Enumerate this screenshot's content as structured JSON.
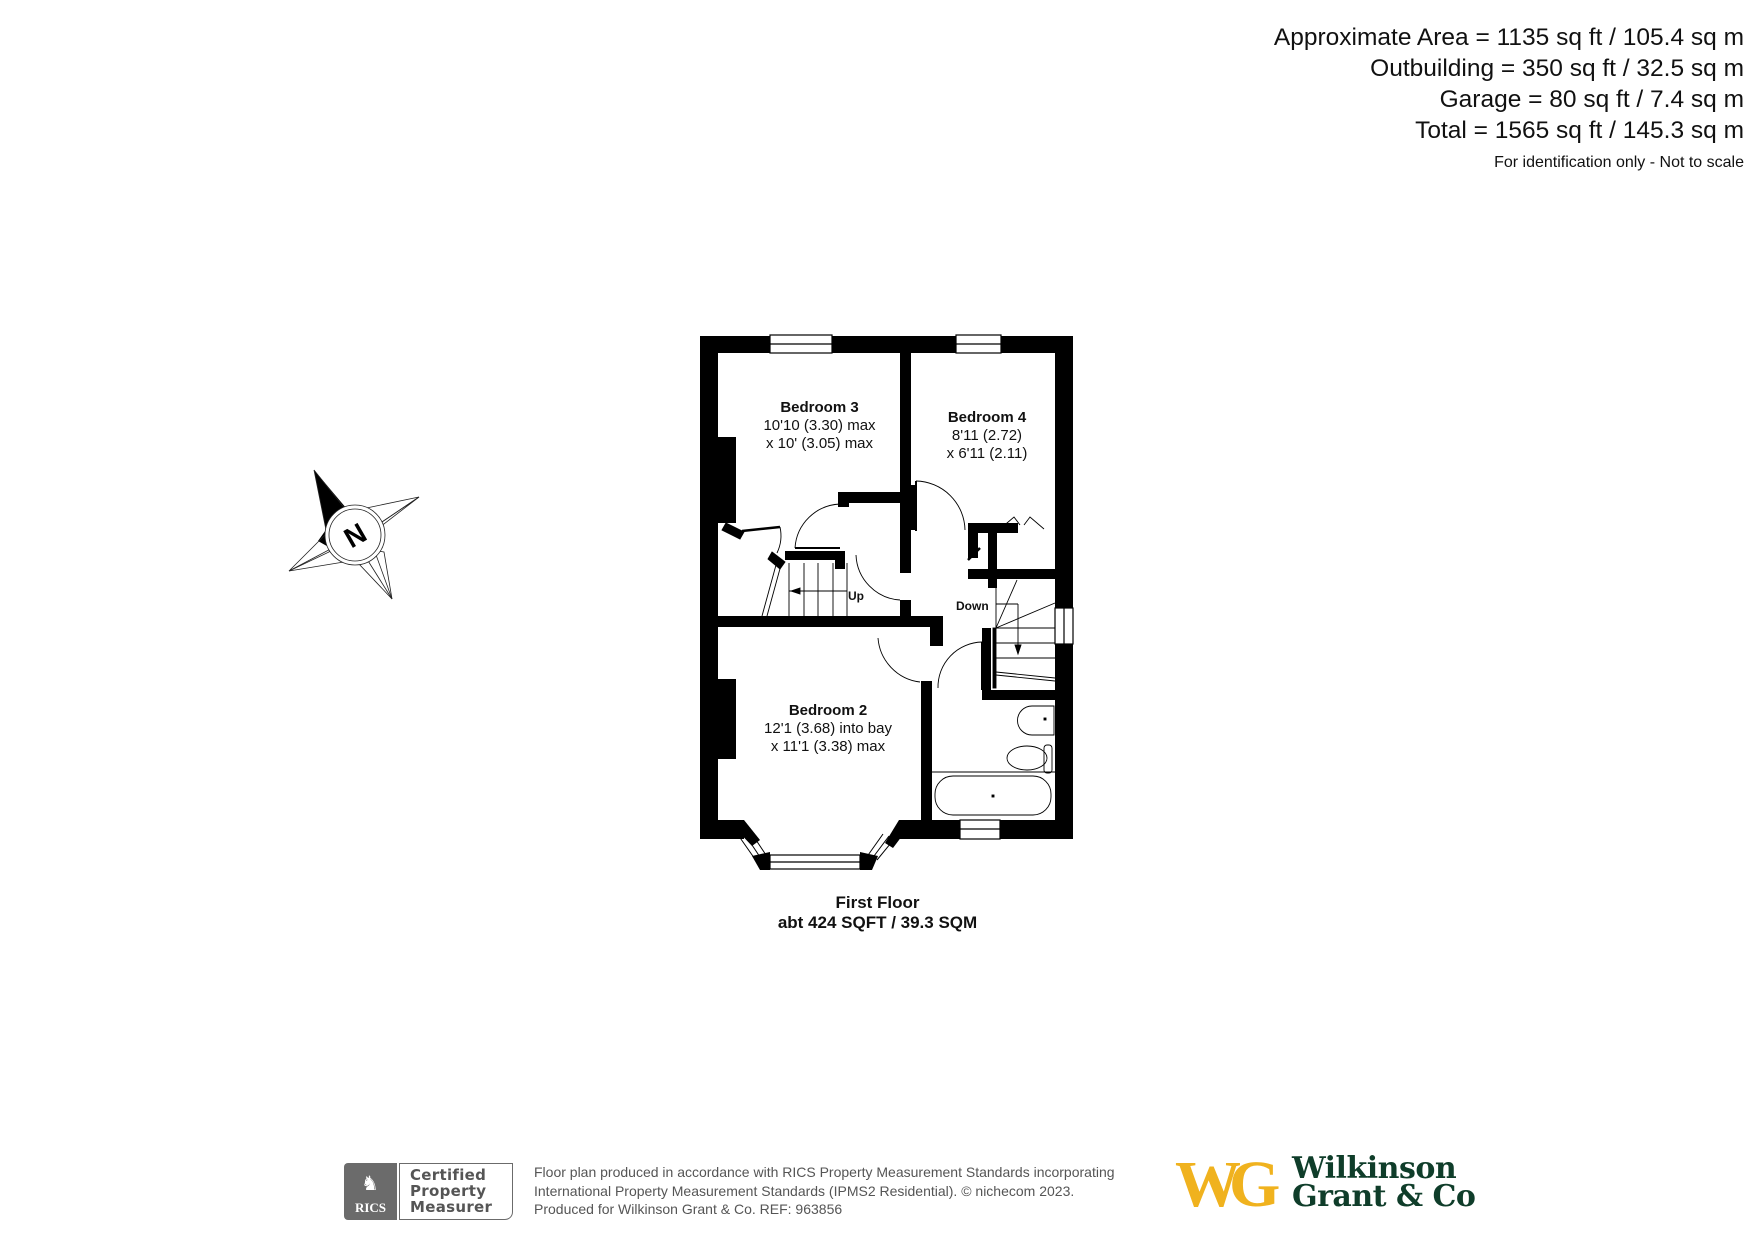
{
  "header": {
    "areas": [
      {
        "label": "Approximate Area = 1135 sq ft / 105.4 sq m"
      },
      {
        "label": "Outbuilding = 350 sq ft / 32.5 sq m"
      },
      {
        "label": "Garage = 80 sq ft / 7.4 sq m"
      },
      {
        "label": "Total = 1565 sq ft / 145.3 sq m"
      }
    ],
    "disclaimer": "For identification only - Not to scale"
  },
  "compass": {
    "icon": "north-compass-icon",
    "letter": "N"
  },
  "plan": {
    "rooms": [
      {
        "name": "Bedroom 3",
        "dim1": "10'10 (3.30) max",
        "dim2": "x 10' (3.05) max"
      },
      {
        "name": "Bedroom 4",
        "dim1": "8'11 (2.72)",
        "dim2": "x 6'11 (2.11)"
      },
      {
        "name": "Bedroom 2",
        "dim1": "12'1 (3.68) into bay",
        "dim2": "x 11'1 (3.38) max"
      }
    ],
    "stairs": {
      "up_label": "Up",
      "down_label": "Down"
    },
    "floor": {
      "title": "First Floor",
      "area": "abt 424 SQFT / 39.3 SQM"
    }
  },
  "footer": {
    "rics": {
      "badge": "RICS",
      "lines": [
        "Certified",
        "Property",
        "Measurer"
      ]
    },
    "text_lines": [
      "Floor plan produced in accordance with RICS Property Measurement Standards incorporating",
      "International Property Measurement Standards (IPMS2 Residential).   © nichecom 2023.",
      "Produced for Wilkinson Grant & Co.   REF: 963856"
    ],
    "logo": {
      "mark": "WG",
      "line1": "Wilkinson",
      "line2": "Grant & Co",
      "mark_color": "#f0b21e",
      "name_color": "#0f3d2a"
    }
  }
}
